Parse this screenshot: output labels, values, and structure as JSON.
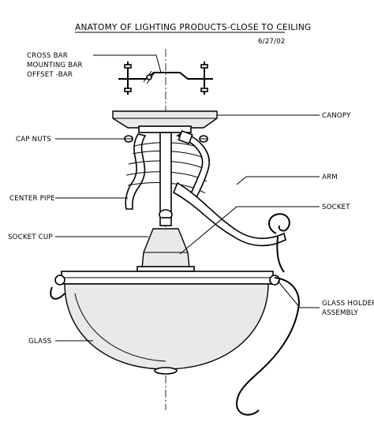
{
  "title": "ANATOMY OF LIGHTING PRODUCTS-CLOSE TO CEILING",
  "date": "6/27/02",
  "labels": {
    "cross_bar_1": "CROSS BAR",
    "cross_bar_2": "MOUNTING BAR",
    "cross_bar_3": "OFFSET -BAR",
    "canopy": "CANOPY",
    "cap_nuts": "CAP NUTS",
    "arm": "ARM",
    "center_pipe": "CENTER PIPE",
    "socket": "SOCKET",
    "socket_cup": "SOCKET CUP",
    "glass_holder_1": "GLASS HOLDER",
    "glass_holder_2": "ASSEMBLY",
    "glass": "GLASS"
  }
}
